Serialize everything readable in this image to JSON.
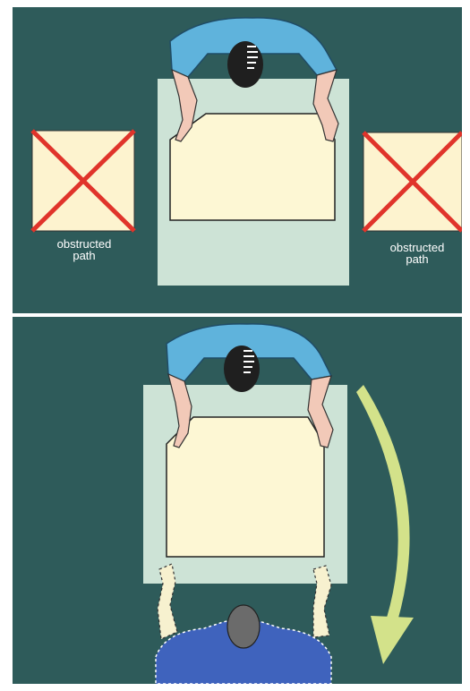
{
  "top_panel": {
    "left_box": {
      "caption_line1": "obstructed",
      "caption_line2": "path"
    },
    "right_box": {
      "caption_line1": "obstructed",
      "caption_line2": "path"
    }
  },
  "bottom_panel": {
    "arrow": {
      "direction": "clockwise-down",
      "color": "#d3e28a"
    }
  },
  "colors": {
    "background": "#2e5b5a",
    "platform": "#cde3d6",
    "load": "#fdf7d4",
    "blocked_box": "#fdf3cf",
    "cross": "#e0342b",
    "shirt_worker": "#5fb3dc",
    "shirt_helper": "#3f63bd",
    "skin": "#f2c9b8",
    "hair": "#1f1f1f"
  }
}
